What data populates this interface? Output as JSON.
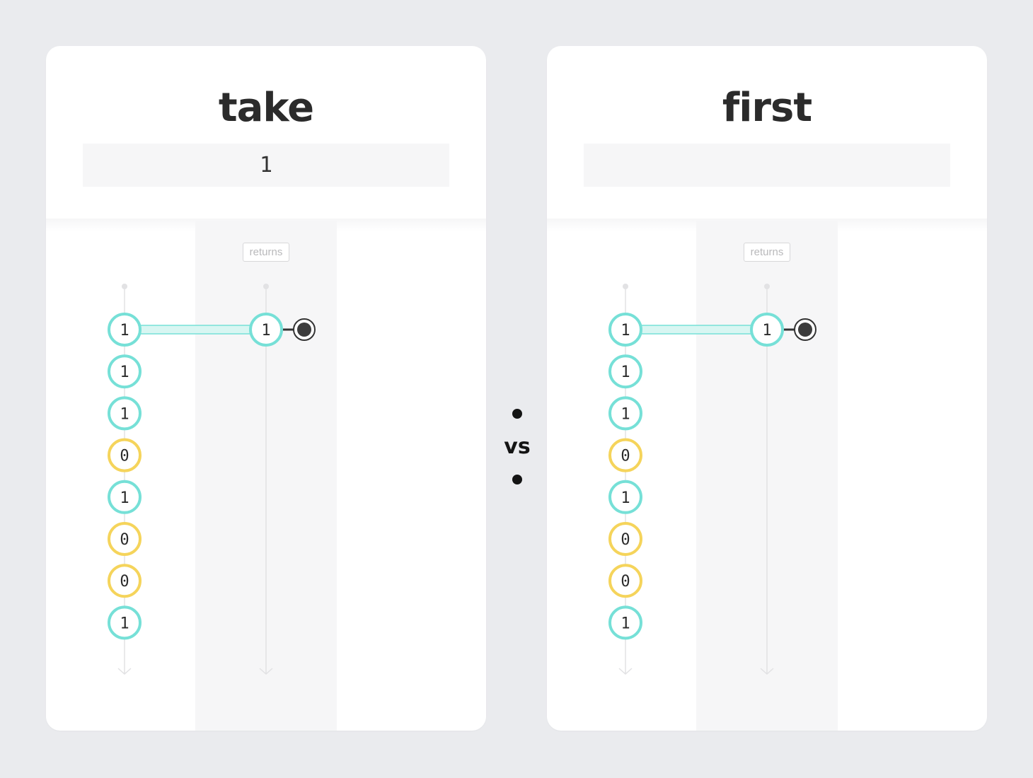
{
  "colors": {
    "page_background": "#eaebee",
    "card_background": "#ffffff",
    "value_one": "#76e0d7",
    "value_zero": "#f5d45b",
    "complete_marker": "#3c3c3c",
    "timeline": "#e2e2e4",
    "text": "#2b2b2b"
  },
  "separator": {
    "label": "vs"
  },
  "panels": [
    {
      "operator": "take",
      "argument": "1",
      "output_label": "returns",
      "source_values": [
        "1",
        "1",
        "1",
        "0",
        "1",
        "0",
        "0",
        "1"
      ],
      "output_values": [
        "1"
      ],
      "completes": true
    },
    {
      "operator": "first",
      "argument": "",
      "output_label": "returns",
      "source_values": [
        "1",
        "1",
        "1",
        "0",
        "1",
        "0",
        "0",
        "1"
      ],
      "output_values": [
        "1"
      ],
      "completes": true
    }
  ]
}
